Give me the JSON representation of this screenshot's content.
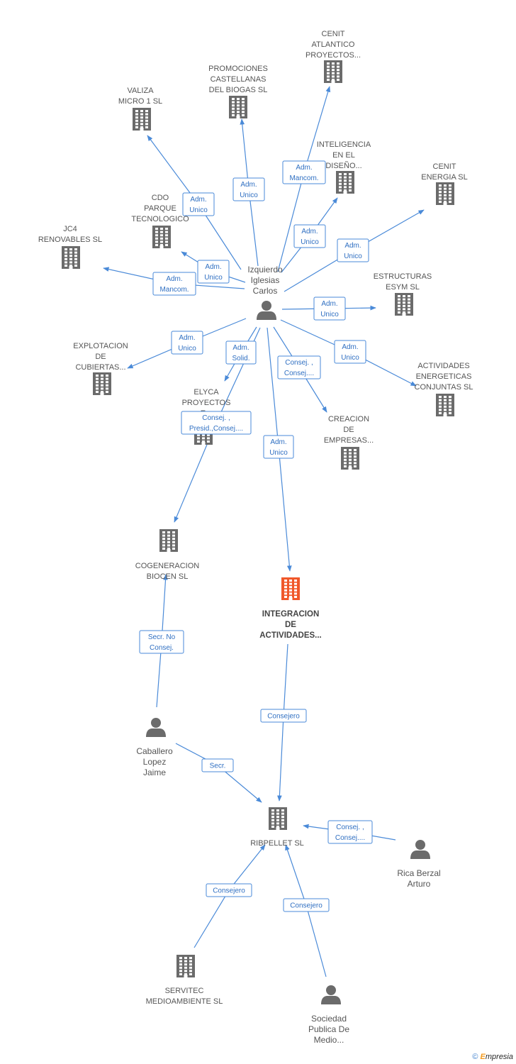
{
  "colors": {
    "edge": "#4a8ad8",
    "company_icon": "#6b6b6b",
    "focus_icon": "#f0582a",
    "person_icon": "#6b6b6b",
    "label": "#555555"
  },
  "footer": {
    "copyright": "©",
    "brand_prefix": "E",
    "brand_rest": "mpresia"
  },
  "nodes": [
    {
      "id": "izquierdo",
      "kind": "person",
      "label": [
        "Izquierdo",
        "Iglesias",
        "Carlos"
      ]
    },
    {
      "id": "cenit_atl",
      "kind": "company",
      "label": [
        "CENIT",
        "ATLANTICO",
        "PROYECTOS..."
      ]
    },
    {
      "id": "promociones",
      "kind": "company",
      "label": [
        "PROMOCIONES",
        "CASTELLANAS",
        "DEL BIOGAS SL"
      ]
    },
    {
      "id": "valiza",
      "kind": "company",
      "label": [
        "VALIZA",
        "MICRO 1 SL"
      ]
    },
    {
      "id": "inteligencia",
      "kind": "company",
      "label": [
        "INTELIGENCIA",
        "EN EL",
        "DISEÑO..."
      ]
    },
    {
      "id": "cenit_energia",
      "kind": "company",
      "label": [
        "CENIT",
        "ENERGIA SL"
      ]
    },
    {
      "id": "cdo",
      "kind": "company",
      "label": [
        "CDO",
        "PARQUE",
        "TECNOLOGICO"
      ]
    },
    {
      "id": "jc4",
      "kind": "company",
      "label": [
        "JC4",
        "RENOVABLES SL"
      ]
    },
    {
      "id": "estructuras",
      "kind": "company",
      "label": [
        "ESTRUCTURAS",
        "ESYM SL"
      ]
    },
    {
      "id": "explotacion",
      "kind": "company",
      "label": [
        "EXPLOTACION",
        "DE",
        "CUBIERTAS..."
      ]
    },
    {
      "id": "actividades",
      "kind": "company",
      "label": [
        "ACTIVIDADES",
        "ENERGETICAS",
        "CONJUNTAS SL"
      ]
    },
    {
      "id": "elyca",
      "kind": "company",
      "label": [
        "ELYCA",
        "PROYECTOS",
        "E..."
      ]
    },
    {
      "id": "creacion",
      "kind": "company",
      "label": [
        "CREACION",
        "DE",
        "EMPRESAS..."
      ]
    },
    {
      "id": "cogeneracion",
      "kind": "company",
      "label": [
        "COGENERACION",
        "BIOCEN SL"
      ]
    },
    {
      "id": "integracion",
      "kind": "focus",
      "label": [
        "INTEGRACION",
        "DE",
        "ACTIVIDADES..."
      ]
    },
    {
      "id": "caballero",
      "kind": "person",
      "label": [
        "Caballero",
        "Lopez",
        "Jaime"
      ]
    },
    {
      "id": "ribpellet",
      "kind": "company",
      "label": [
        "RIBPELLET SL"
      ]
    },
    {
      "id": "rica",
      "kind": "person",
      "label": [
        "Rica Berzal",
        "Arturo"
      ]
    },
    {
      "id": "servitec",
      "kind": "company",
      "label": [
        "SERVITEC",
        "MEDIOAMBIENTE SL"
      ]
    },
    {
      "id": "sociedad",
      "kind": "person",
      "label": [
        "Sociedad",
        "Publica De",
        "Medio..."
      ]
    }
  ],
  "edges": [
    {
      "from": "izquierdo",
      "to": "cenit_atl",
      "role": [
        "Adm.",
        "Mancom."
      ]
    },
    {
      "from": "izquierdo",
      "to": "promociones",
      "role": [
        "Adm.",
        "Unico"
      ]
    },
    {
      "from": "izquierdo",
      "to": "valiza",
      "role": [
        "Adm.",
        "Unico"
      ]
    },
    {
      "from": "izquierdo",
      "to": "inteligencia",
      "role": [
        "Adm.",
        "Unico"
      ]
    },
    {
      "from": "izquierdo",
      "to": "cenit_energia",
      "role": [
        "Adm.",
        "Unico"
      ]
    },
    {
      "from": "izquierdo",
      "to": "cdo",
      "role": [
        "Adm.",
        "Unico"
      ]
    },
    {
      "from": "izquierdo",
      "to": "jc4",
      "role": [
        "Adm.",
        "Mancom."
      ]
    },
    {
      "from": "izquierdo",
      "to": "estructuras",
      "role": [
        "Adm.",
        "Unico"
      ]
    },
    {
      "from": "izquierdo",
      "to": "explotacion",
      "role": [
        "Adm.",
        "Unico"
      ]
    },
    {
      "from": "izquierdo",
      "to": "actividades",
      "role": [
        "Adm.",
        "Unico"
      ]
    },
    {
      "from": "izquierdo",
      "to": "elyca",
      "role": [
        "Adm.",
        "Solid."
      ]
    },
    {
      "from": "izquierdo",
      "to": "creacion",
      "role": [
        "Consej. ,",
        "Consej...."
      ]
    },
    {
      "from": "izquierdo",
      "to": "cogeneracion",
      "role": [
        "Consej. ,",
        "Presid.,Consej...."
      ]
    },
    {
      "from": "izquierdo",
      "to": "integracion",
      "role": [
        "Adm.",
        "Unico"
      ]
    },
    {
      "from": "caballero",
      "to": "cogeneracion",
      "role": [
        "Secr.  No",
        "Consej."
      ]
    },
    {
      "from": "integracion",
      "to": "ribpellet",
      "role": [
        "Consejero"
      ]
    },
    {
      "from": "caballero",
      "to": "ribpellet",
      "role": [
        "Secr."
      ]
    },
    {
      "from": "rica",
      "to": "ribpellet",
      "role": [
        "Consej. ,",
        "Consej...."
      ]
    },
    {
      "from": "servitec",
      "to": "ribpellet",
      "role": [
        "Consejero"
      ]
    },
    {
      "from": "sociedad",
      "to": "ribpellet",
      "role": [
        "Consejero"
      ]
    }
  ]
}
